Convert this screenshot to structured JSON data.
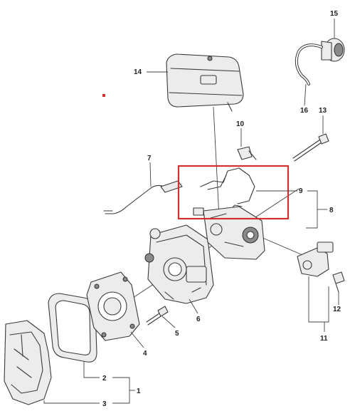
{
  "callouts": {
    "c1": "1",
    "c2": "2",
    "c3": "3",
    "c4": "4",
    "c5": "5",
    "c6": "6",
    "c7": "7",
    "c8": "8",
    "c9": "9",
    "c10": "10",
    "c11": "11",
    "c12": "12",
    "c13": "13",
    "c14": "14",
    "c15": "15",
    "c16": "16"
  },
  "colors": {
    "highlight": "#d32f2f",
    "line": "#3a3a3a",
    "fill": "#ececec"
  }
}
